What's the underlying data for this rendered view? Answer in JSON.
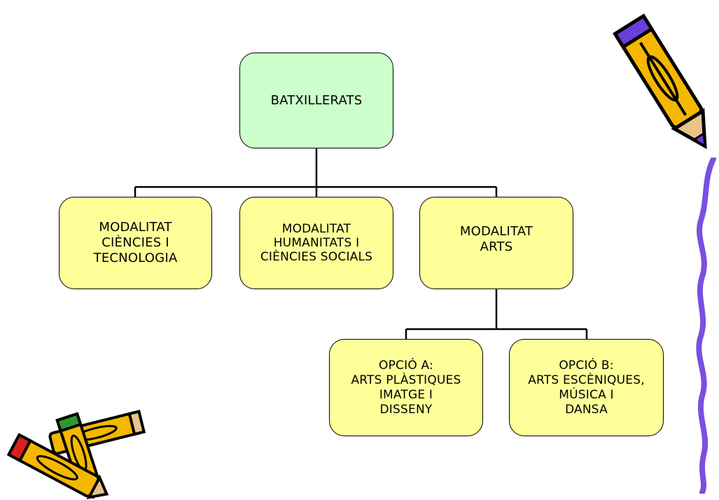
{
  "diagram": {
    "root": {
      "label": "BATXILLERATS"
    },
    "modalities": [
      {
        "label": "MODALITAT\nCIÈNCIES I\nTECNOLOGIA"
      },
      {
        "label": "MODALITAT\nHUMANITATS I\nCIÈNCIES SOCIALS"
      },
      {
        "label": "MODALITAT\nARTS"
      }
    ],
    "arts_options": [
      {
        "label": "OPCIÓ A:\nARTS PLÀSTIQUES\nIMATGE I\nDISSENY"
      },
      {
        "label": "OPCIÓ B:\nARTS ESCÈNIQUES,\nMÚSICA I\nDANSA"
      }
    ]
  },
  "colors": {
    "root_fill": "#ccffcc",
    "node_fill": "#ffff99",
    "border": "#000000",
    "squiggle": "#7b4fe0",
    "pencil_body": "#f5b800",
    "pencil_tip": "#6a3fd8"
  },
  "decorations": {
    "top_right": "pencil-icon",
    "bottom_left": "crossed-pencils-icon",
    "right_edge": "squiggle-line"
  }
}
